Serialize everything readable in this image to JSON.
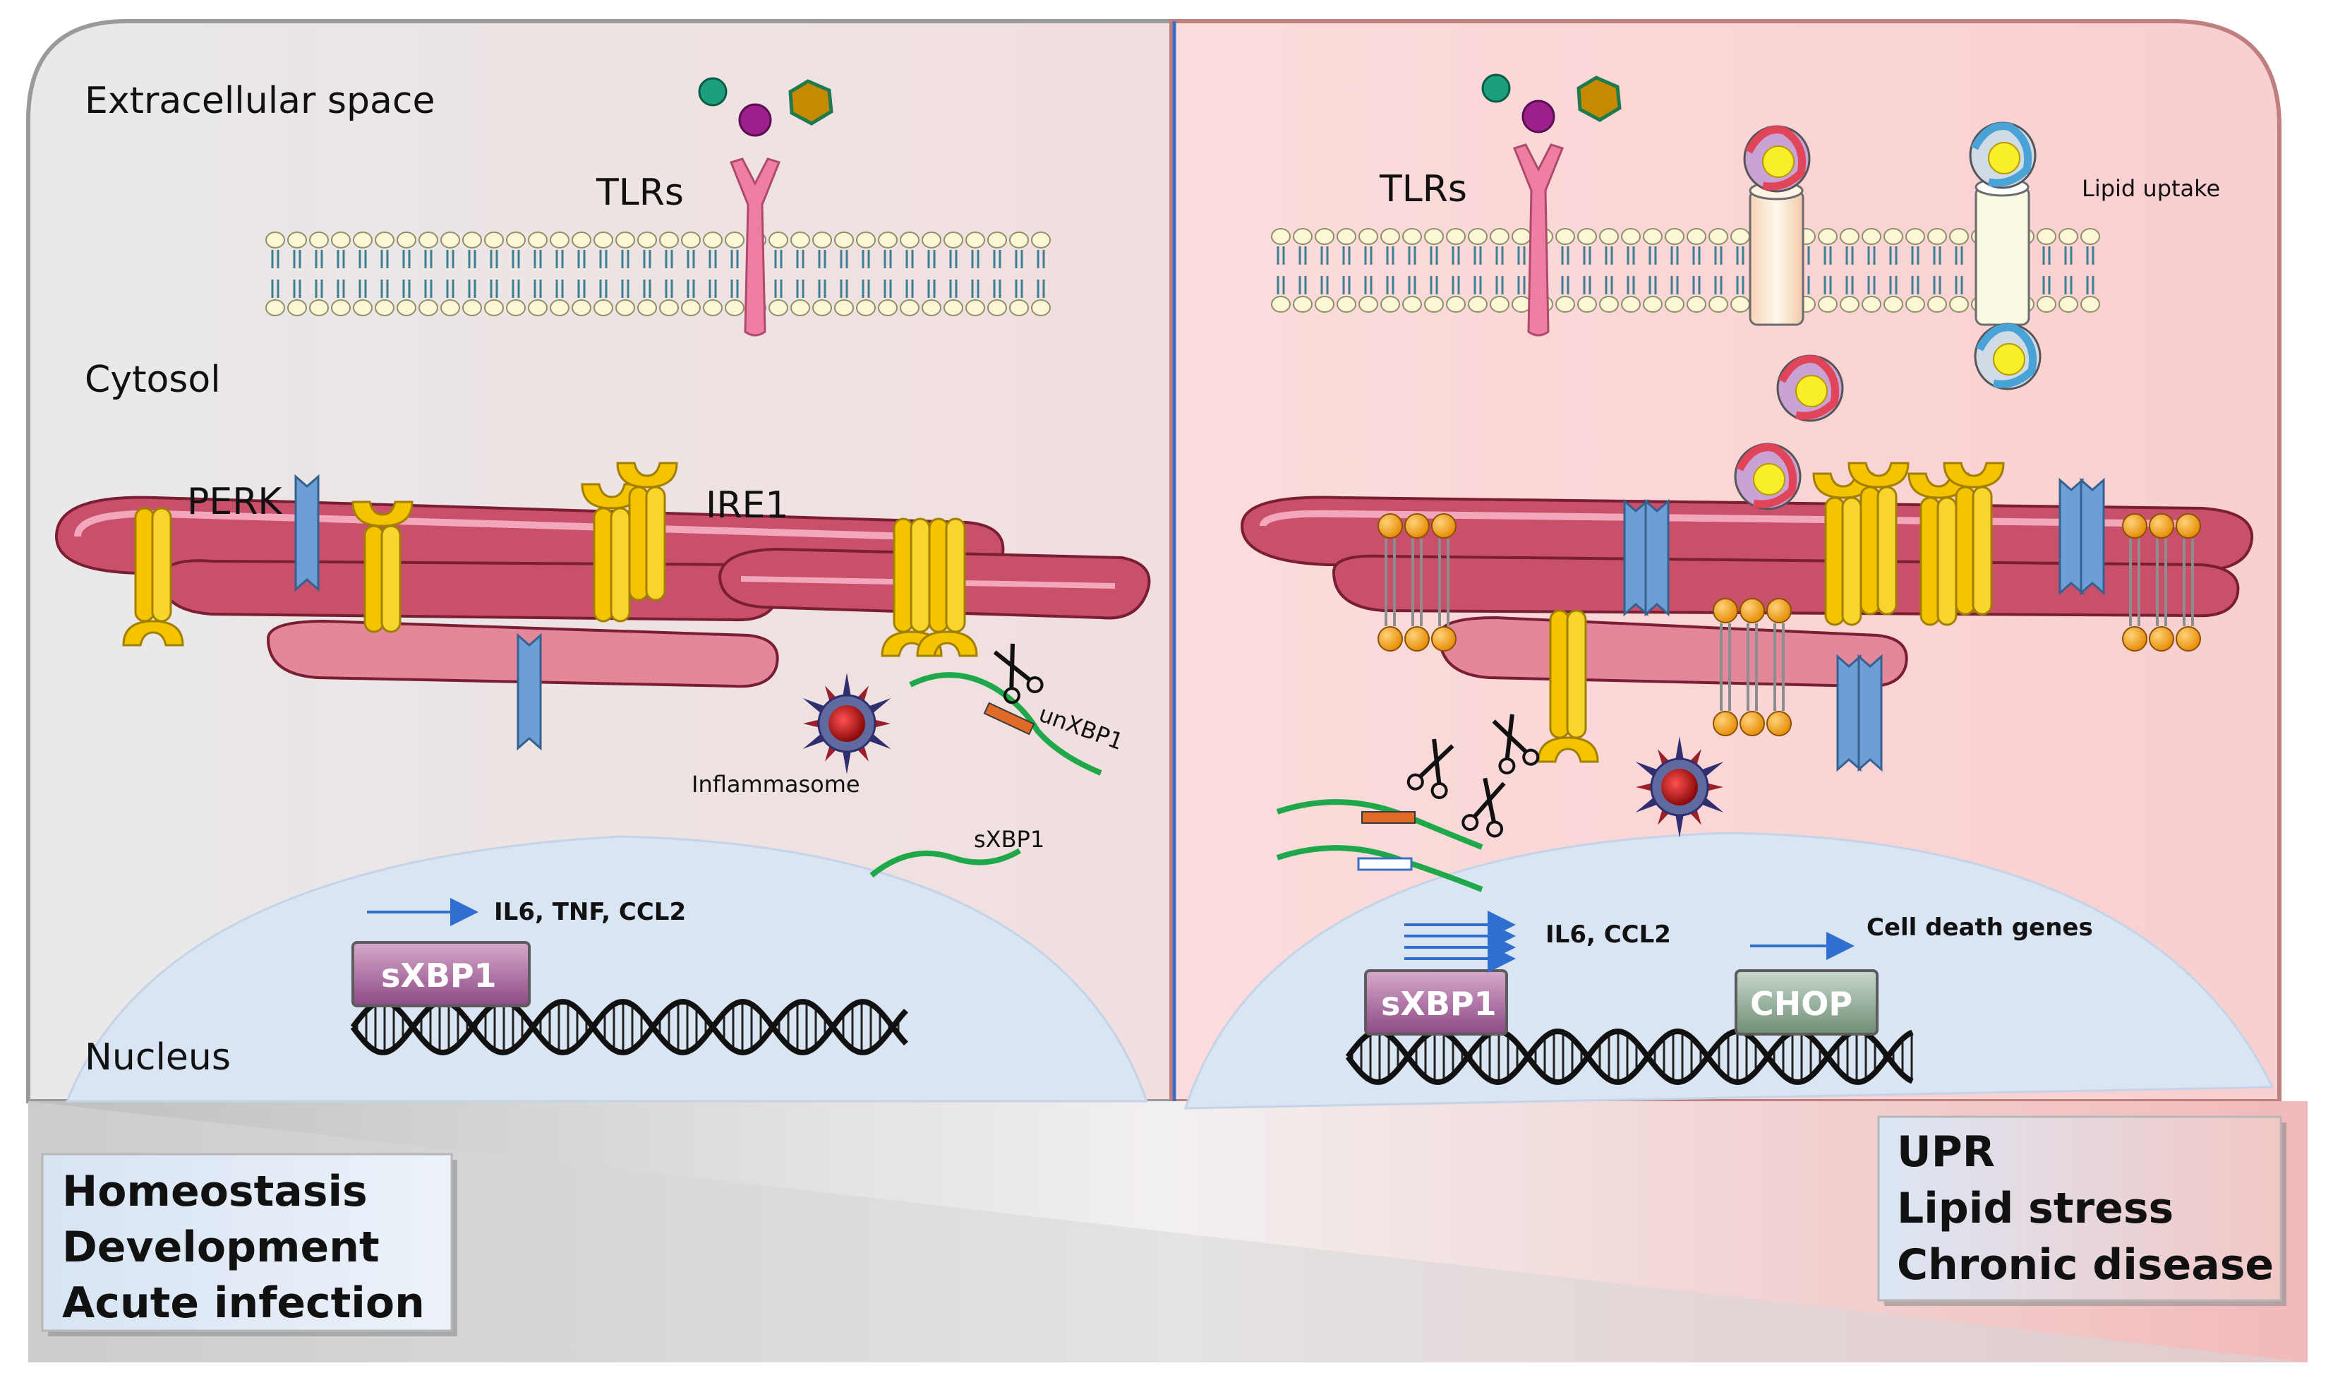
{
  "labels": {
    "extracellular": "Extracellular space",
    "cytosol": "Cytosol",
    "nucleus": "Nucleus",
    "tlrs_left": "TLRs",
    "tlrs_right": "TLRs",
    "perk": "PERK",
    "ire1": "IRE1",
    "unxbp1": "unXBP1",
    "inflammasome": "Inflammasome",
    "sxbp1_mrna": "sXBP1",
    "lipid_uptake": "Lipid uptake"
  },
  "left_nucleus": {
    "genes": "IL6, TNF, CCL2",
    "factor": "sXBP1"
  },
  "right_nucleus": {
    "genes_1": "IL6, CCL2",
    "genes_2": "Cell death genes",
    "factor_1": "sXBP1",
    "factor_2": "CHOP"
  },
  "summary_left": [
    "Homeostasis",
    "Development",
    "Acute infection"
  ],
  "summary_right": [
    "UPR",
    "Lipid stress",
    "Chronic disease"
  ],
  "colors": {
    "er": "#c8506a",
    "tlr": "#ee7fa2",
    "ire1": "#f5c400",
    "perk": "#6d9fd6",
    "mrna": "#1fa84a",
    "nucleus": "#dce6f4",
    "divider": "#3a6fc4"
  }
}
